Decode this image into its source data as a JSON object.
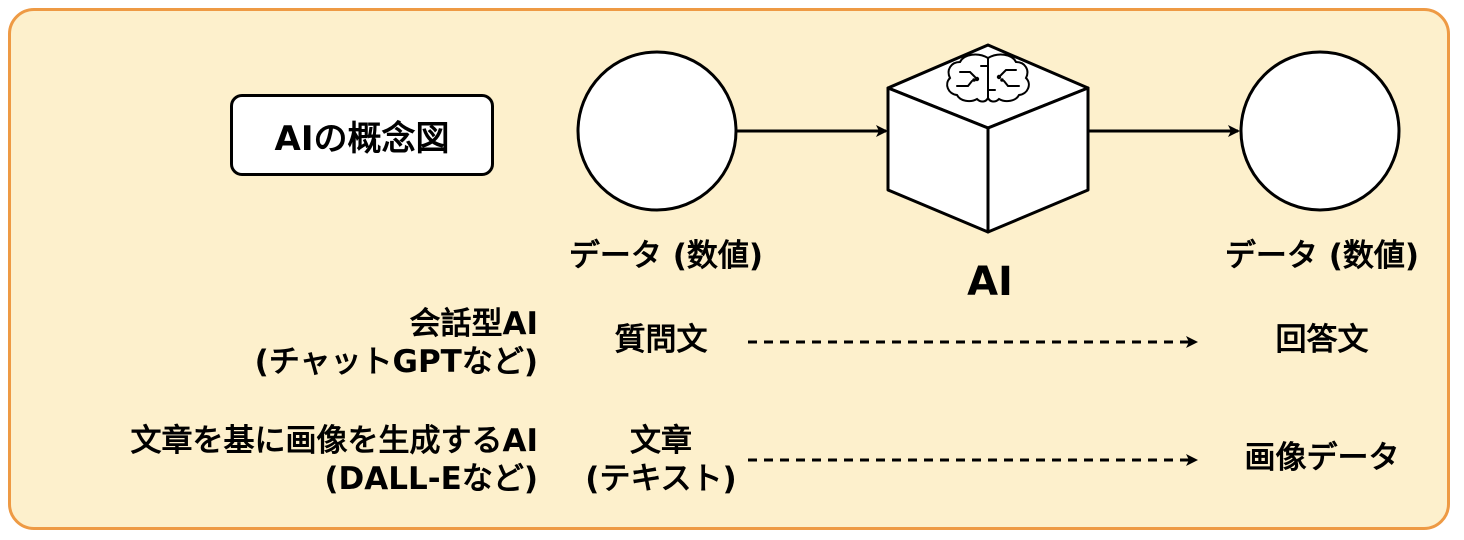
{
  "title": "AIの概念図",
  "nodes": {
    "input_label": "データ (数値)",
    "ai_label": "AI",
    "output_label": "データ (数値)"
  },
  "rows": [
    {
      "category_line1": "会話型AI",
      "category_line2": "(チャットGPTなど)",
      "input_line1": "質問文",
      "input_line2": "",
      "output": "回答文"
    },
    {
      "category_line1": "文章を基に画像を生成するAI",
      "category_line2": "(DALL-Eなど)",
      "input_line1": "文章",
      "input_line2": "(テキスト)",
      "output": "画像データ"
    }
  ],
  "colors": {
    "panel_fill": "#fdf0cc",
    "panel_border": "#ee9a44",
    "ink": "#000000"
  },
  "icons": {
    "ai_node": "cube-icon",
    "ai_badge": "brain-circuit-icon"
  }
}
